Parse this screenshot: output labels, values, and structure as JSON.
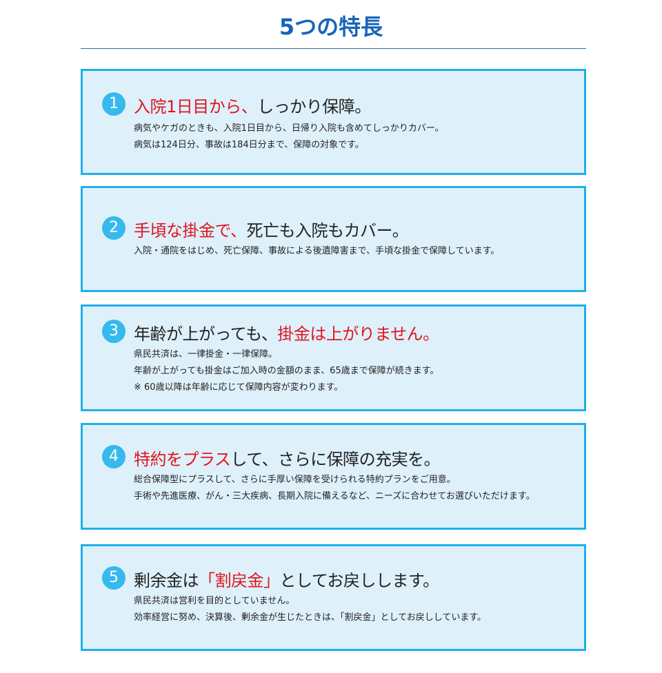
{
  "title": "5つの特長",
  "features": [
    {
      "num": "1",
      "head": [
        {
          "t": "入院1日目から、",
          "red": true
        },
        {
          "t": "しっかり保障。",
          "red": false
        }
      ],
      "lines": [
        "病気やケガのときも、入院1日目から、日帰り入院も含めてしっかりカバー。",
        "病気は124日分、事故は184日分まで、保障の対象です。"
      ]
    },
    {
      "num": "2",
      "head": [
        {
          "t": "手頃な掛金で、",
          "red": true
        },
        {
          "t": "死亡も入院もカバー。",
          "red": false
        }
      ],
      "lines": [
        "入院・通院をはじめ、死亡保障、事故による後遺障害まで、手頃な掛金で保障しています。"
      ]
    },
    {
      "num": "3",
      "head": [
        {
          "t": "年齢が上がっても、",
          "red": false
        },
        {
          "t": "掛金は上がりません。",
          "red": true
        }
      ],
      "lines": [
        "県民共済は、一律掛金・一律保障。",
        "年齢が上がっても掛金はご加入時の金額のまま、65歳まで保障が続きます。",
        "※ 60歳以降は年齢に応じて保障内容が変わります。"
      ]
    },
    {
      "num": "4",
      "head": [
        {
          "t": "特約をプラス",
          "red": true
        },
        {
          "t": "して、さらに保障の充実を。",
          "red": false
        }
      ],
      "lines": [
        "総合保障型にプラスして、さらに手厚い保障を受けられる特約プランをご用意。",
        "手術や先進医療、がん・三大疾病、長期入院に備えるなど、ニーズに合わせてお選びいただけます。"
      ]
    },
    {
      "num": "5",
      "head": [
        {
          "t": "剰余金は",
          "red": false
        },
        {
          "t": "「割戻金」",
          "red": true
        },
        {
          "t": "としてお戻しします。",
          "red": false
        }
      ],
      "lines": [
        "県民共済は営利を目的としていません。",
        "効率経営に努め、決算後、剰余金が生じたときは、「割戻金」としてお戻ししています。"
      ]
    }
  ]
}
